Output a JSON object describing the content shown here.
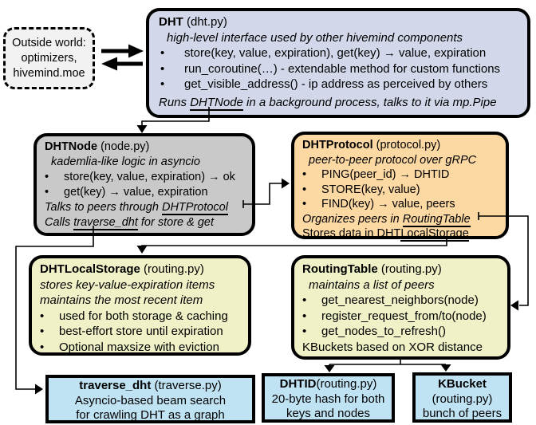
{
  "colors": {
    "background": "#ffffff",
    "border": "#000000",
    "dht_fill": "#d2d8ea",
    "node_fill": "#c9c9c9",
    "protocol_fill": "#fcd8a3",
    "storage_fill": "#f0f1c6",
    "bottom_fill": "#c0e3f4",
    "outside_fill": "#f2f2f2"
  },
  "glyphs": {
    "bullet": "•"
  },
  "outside_world": {
    "line1": "Outside world:",
    "line2": "optimizers,",
    "line3": "hivemind.moe"
  },
  "dht": {
    "title": "DHT",
    "file": " (dht.py)",
    "subtitle": "high-level interface used by other hivemind components",
    "bullets": [
      "store(key, value, expiration), get(key) → value, expiration",
      "run_coroutine(…) - extendable method for custom functions",
      "get_visible_address() - ip address as perceived by others"
    ],
    "footer_pre": "Runs ",
    "footer_link": "DHTNode",
    "footer_post": " in a background process, talks to it via mp.Pipe"
  },
  "dhtnode": {
    "title": "DHTNode",
    "file": " (node.py)",
    "subtitle": "kademlia-like logic in asyncio",
    "bullets": [
      "store(key, value, expiration) → ok",
      "get(key) → value, expiration"
    ],
    "footer1_pre": "Talks to peers through ",
    "footer1_link": "DHTProtocol",
    "footer2_pre": "Calls ",
    "footer2_link": "traverse_dht",
    "footer2_post": " for store & get"
  },
  "dhtprotocol": {
    "title": "DHTProtocol",
    "file": " (protocol.py)",
    "subtitle": "peer-to-peer protocol over gRPC",
    "bullets": [
      "PING(peer_id) → DHTID",
      "STORE(key, value)",
      "FIND(key) → value, peers"
    ],
    "footer1_pre": "Organizes peers in ",
    "footer1_link": "RoutingTable",
    "footer2_pre": "Stores data in DHT",
    "footer2_link": "LocalStorage"
  },
  "dhtlocalstorage": {
    "title": "DHTLocalStorage",
    "file": " (routing.py)",
    "subtitle1": "stores key-value-expiration items",
    "subtitle2": "maintains the most recent item",
    "bullets": [
      "used for both storage & caching",
      "best-effort store until expiration",
      "Optional maxsize with eviction"
    ]
  },
  "routingtable": {
    "title": "RoutingTable",
    "file": " (routing.py)",
    "subtitle": "maintains a list of peers",
    "bullets": [
      "get_nearest_neighbors(node)",
      "register_request_from/to(node)",
      "get_nodes_to_refresh()"
    ],
    "footer": "KBuckets based on XOR distance"
  },
  "traverse_dht": {
    "title": "traverse_dht",
    "file": " (traverse.py)",
    "line1": "Asyncio-based beam search",
    "line2": "for crawling DHT as a graph"
  },
  "dhtid": {
    "title": "DHTID",
    "file": "(routing.py)",
    "line1": "20-byte hash for both",
    "line2": "keys and nodes"
  },
  "kbucket": {
    "title": "KBucket",
    "file": "(routing.py)",
    "line1": "bunch of peers"
  }
}
